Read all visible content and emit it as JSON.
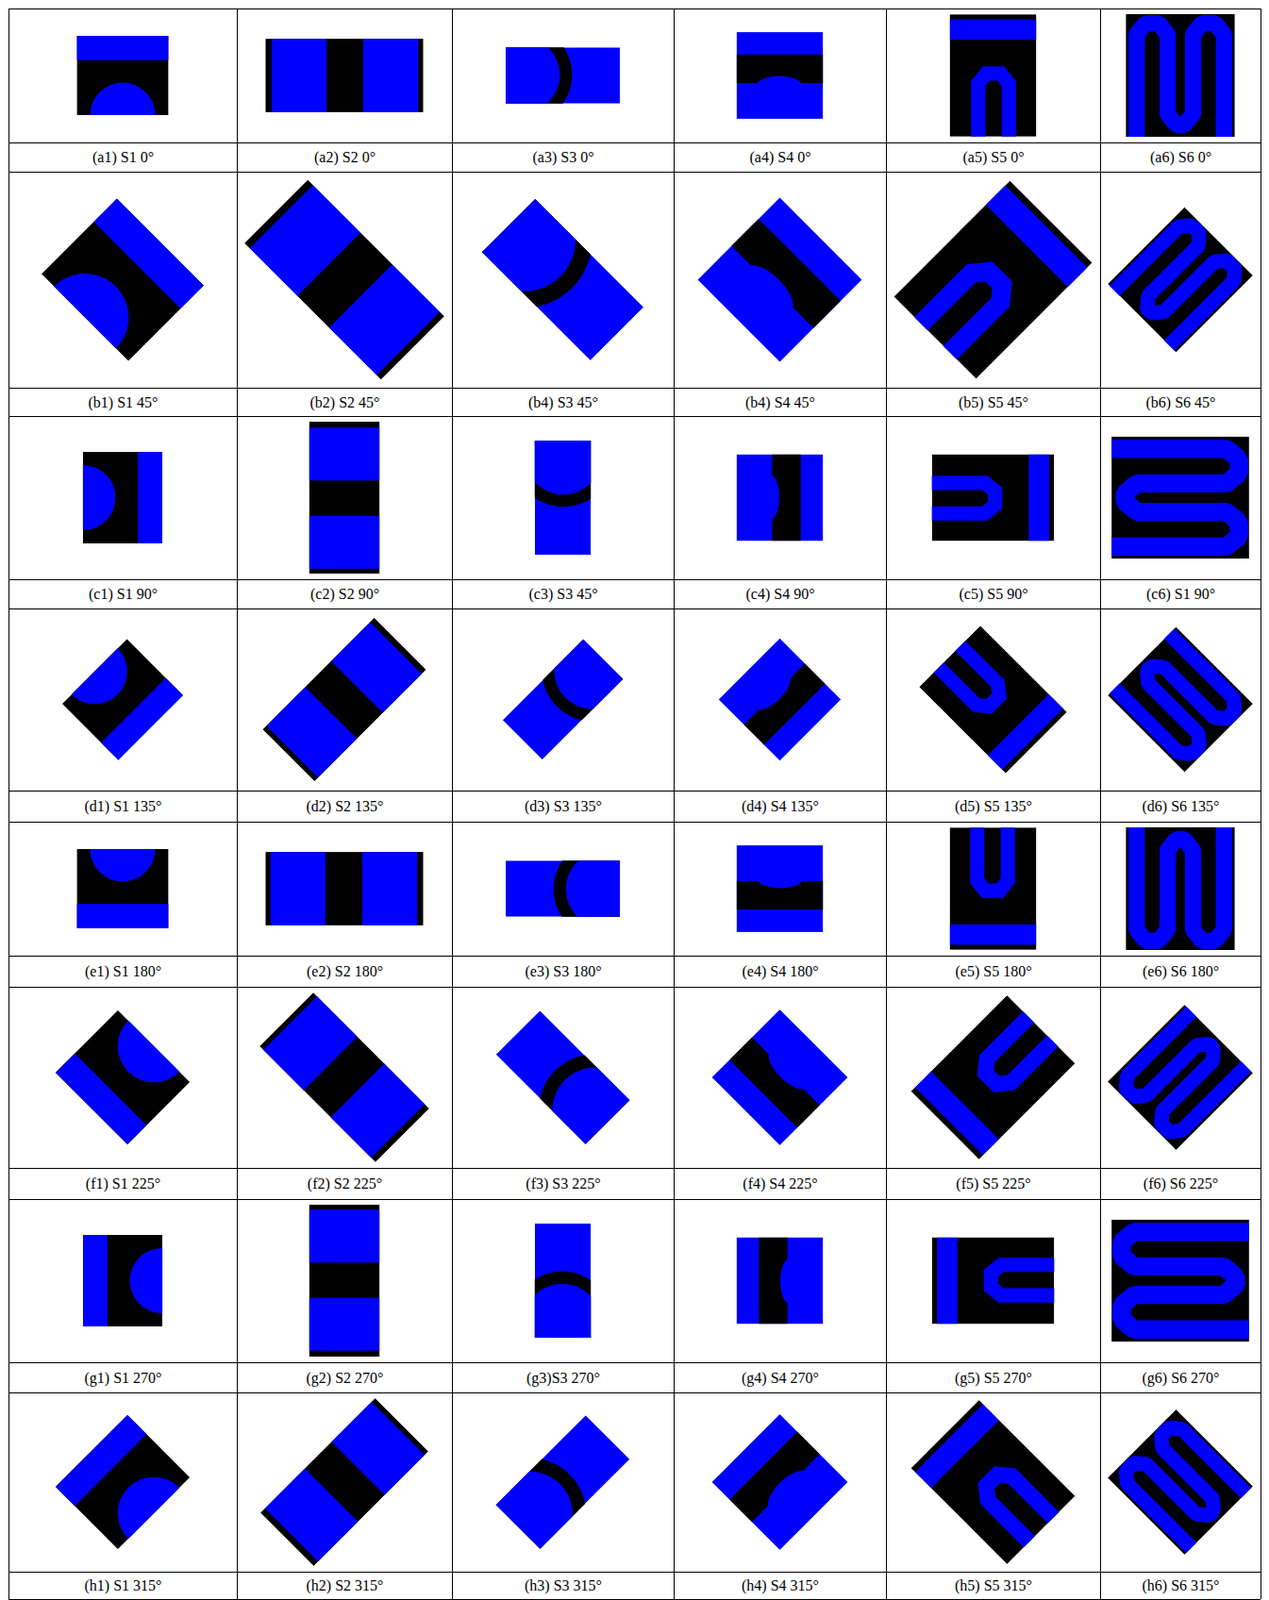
{
  "diagram": {
    "labels": [
      "(a1) S1 0°",
      "(a2) S2 0°",
      "(a3) S3 0°",
      "(a4) S4 0°",
      "(a5) S5 0°",
      "(a6) S6 0°",
      "(b1) S1 45°",
      "(b2) S2 45°",
      "(b4) S3 45°",
      "(b4) S4 45°",
      "(b5) S5 45°",
      "(b6) S6 45°",
      "(c1) S1 90°",
      "(c2) S2 90°",
      "(c3) S3 45°",
      "(c4) S4 90°",
      "(c5) S5 90°",
      "(c6) S1 90°",
      "(d1) S1 135°",
      "(d2) S2 135°",
      "(d3) S3 135°",
      "(d4) S4 135°",
      "(d5) S5 135°",
      "(d6) S6 135°",
      "(e1) S1 180°",
      "(e2) S2 180°",
      "(e3) S3 180°",
      "(e4) S4 180°",
      "(e5) S5 180°",
      "(e6) S6 180°",
      "(f1) S1 225°",
      "(f2) S2 225°",
      "(f3) S3 225°",
      "(f4) S4 225°",
      "(f5) S5 225°",
      "(f6) S6 225°",
      "(g1) S1 270°",
      "(g2) S2 270°",
      "(g3)S3 270°",
      "(g4) S4 270°",
      "(g5) S5 270°",
      "(g6) S6 270°",
      "(h1) S1 315°",
      "(h2) S2 315°",
      "(h3) S3 315°",
      "(h4) S4 315°",
      "(h5) S5 315°",
      "(h6) S6 315°"
    ]
  }
}
